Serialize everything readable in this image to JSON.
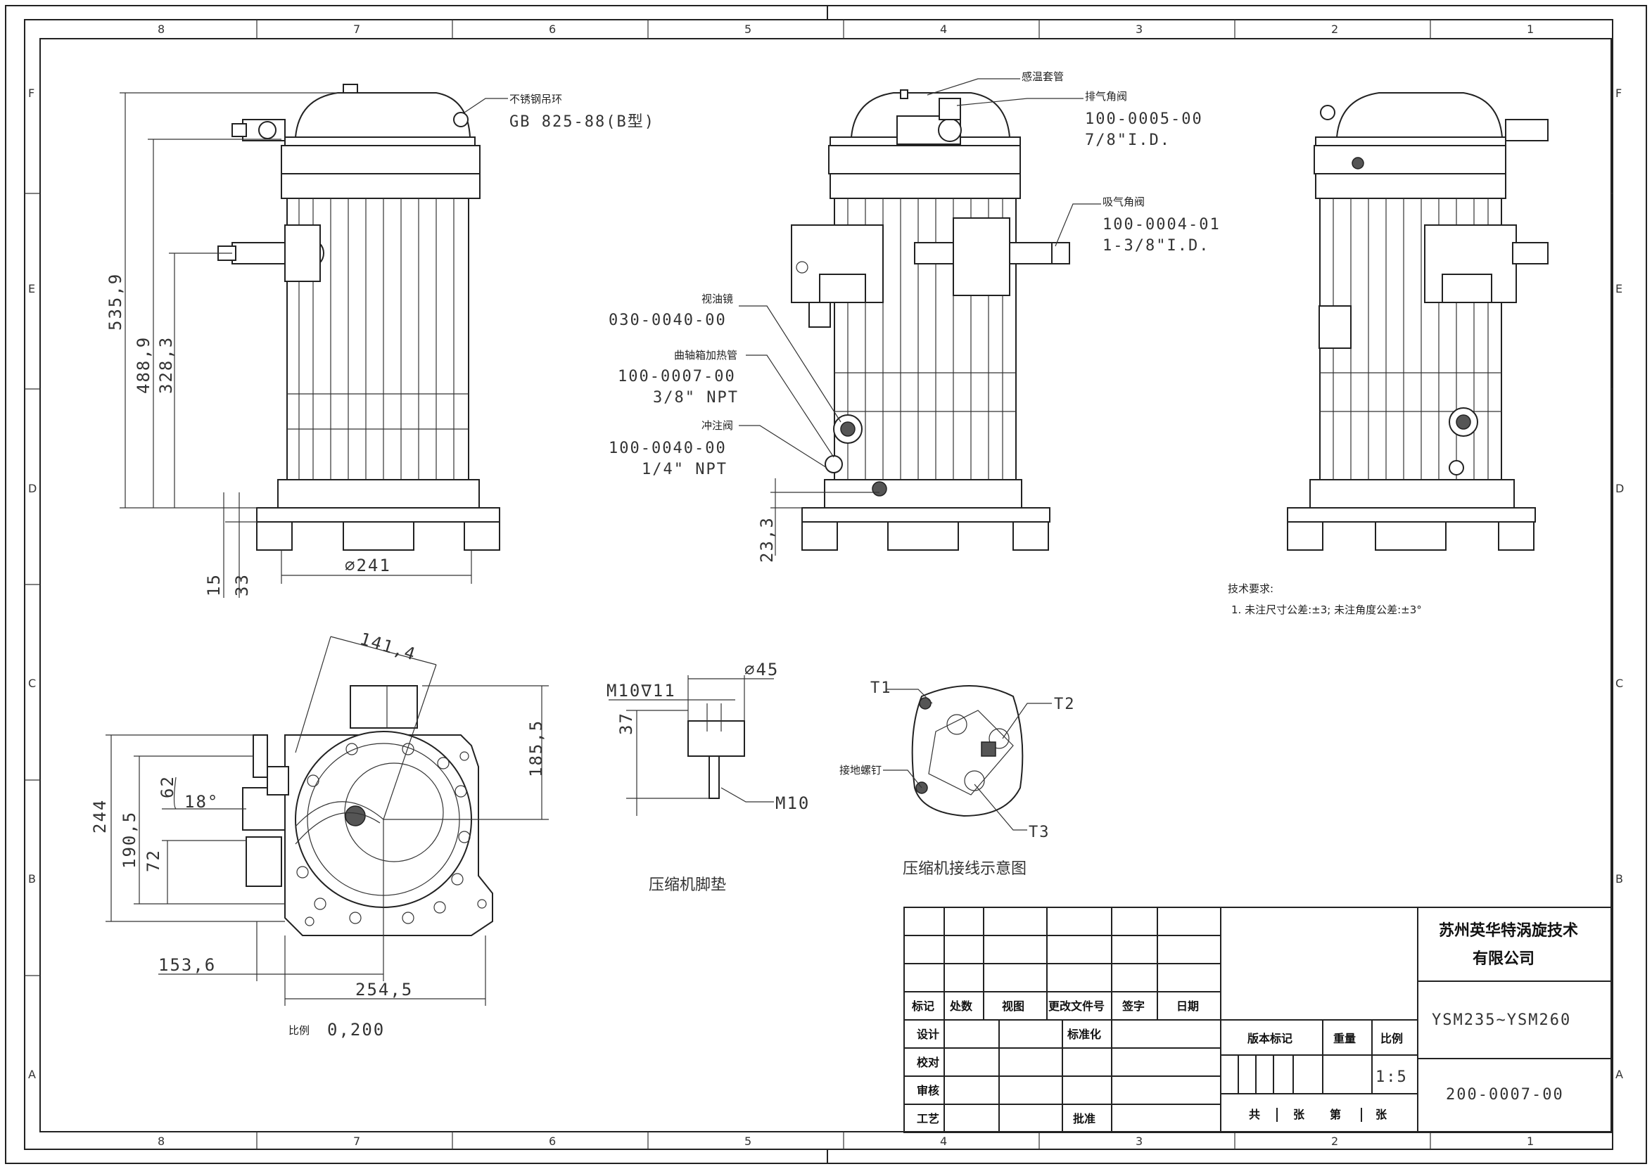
{
  "zones": {
    "columns": [
      "8",
      "7",
      "6",
      "5",
      "4",
      "3",
      "2",
      "1"
    ],
    "rows": [
      "F",
      "E",
      "D",
      "C",
      "B",
      "A"
    ]
  },
  "callouts": {
    "lifting_ring": {
      "label": "不锈钢吊环",
      "code": "GB 825-88(B型)"
    },
    "sensor_tube": {
      "label": "感温套管"
    },
    "discharge_valve": {
      "label": "排气角阀",
      "code": "100-0005-00",
      "size": "7/8\"I.D."
    },
    "suction_valve": {
      "label": "吸气角阀",
      "code": "100-0004-01",
      "size": "1-3/8\"I.D."
    },
    "sight_glass": {
      "label": "视油镜",
      "code": "030-0040-00"
    },
    "crankcase_heater": {
      "label": "曲轴箱加热管",
      "code": "100-0007-00",
      "size": "3/8\" NPT"
    },
    "fill_valve": {
      "label": "冲注阀",
      "code": "100-0040-00",
      "size": "1/4\" NPT"
    }
  },
  "dimensions": {
    "front_height_total": "535,9",
    "front_height_mid": "488,9",
    "front_height_suction": "328,3",
    "front_foot_15": "15",
    "front_foot_33": "33",
    "front_diameter": "⌀241",
    "side_foot": "23,3",
    "top_141": "141,4",
    "top_185": "185,5",
    "top_244": "244",
    "top_190": "190,5",
    "top_72": "72",
    "top_62": "62",
    "top_angle": "18°",
    "top_153": "153,6",
    "top_254": "254,5",
    "pad_thread": "M10∇11",
    "pad_diameter": "⌀45",
    "pad_height": "37",
    "pad_bolt": "M10"
  },
  "scale_note": {
    "label": "比例",
    "value": "0,200"
  },
  "tech_req": {
    "title": "技术要求:",
    "item": "1.  未注尺寸公差:±3;  未注角度公差:±3°"
  },
  "captions": {
    "pad": "压缩机脚垫",
    "wiring": "压缩机接线示意图"
  },
  "wiring": {
    "t1": "T1",
    "t2": "T2",
    "t3": "T3",
    "ground": "接地螺钉"
  },
  "title_block": {
    "headers": [
      "标记",
      "处数",
      "视图",
      "更改文件号",
      "签字",
      "日期"
    ],
    "rows": [
      "设计",
      "校对",
      "审核",
      "工艺"
    ],
    "standardize": "标准化",
    "approve": "批准",
    "version_mark": "版本标记",
    "weight": "重量",
    "scale_label": "比例",
    "scale_value": "1:5",
    "sheets": [
      "共",
      "张",
      "第",
      "张"
    ],
    "company_line1": "苏州英华特涡旋技术",
    "company_line2": "有限公司",
    "model": "YSM235~YSM260",
    "drawing_no": "200-0007-00"
  }
}
